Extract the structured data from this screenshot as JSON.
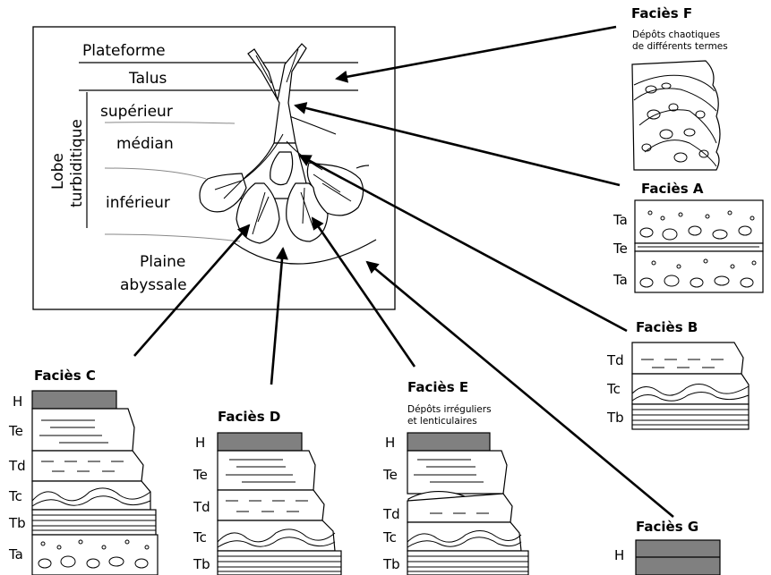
{
  "environment": {
    "labels": {
      "plateforme": "Plateforme",
      "talus": "Talus",
      "lobe_line1": "Lobe",
      "lobe_line2": "turbiditique",
      "superieur": "supérieur",
      "median": "médian",
      "inferieur": "inférieur",
      "plaine_line1": "Plaine",
      "plaine_line2": "abyssale"
    }
  },
  "facies": {
    "F": {
      "title": "Faciès F",
      "desc_line1": "Dépôts chaotiques",
      "desc_line2": "de différents termes"
    },
    "A": {
      "title": "Faciès A",
      "layers": [
        "Ta",
        "Te",
        "Ta"
      ]
    },
    "B": {
      "title": "Faciès B",
      "layers": [
        "Td",
        "Tc",
        "Tb"
      ]
    },
    "C": {
      "title": "Faciès C",
      "layers": [
        "H",
        "Te",
        "Td",
        "Tc",
        "Tb",
        "Ta"
      ]
    },
    "D": {
      "title": "Faciès D",
      "layers": [
        "H",
        "Te",
        "Td",
        "Tc",
        "Tb"
      ]
    },
    "E": {
      "title": "Faciès E",
      "desc_line1": "Dépôts irréguliers",
      "desc_line2": "et lenticulaires",
      "layers": [
        "H",
        "Te",
        "Td",
        "Tc",
        "Tb"
      ]
    },
    "G": {
      "title": "Faciès G",
      "layers": [
        "H"
      ]
    }
  }
}
